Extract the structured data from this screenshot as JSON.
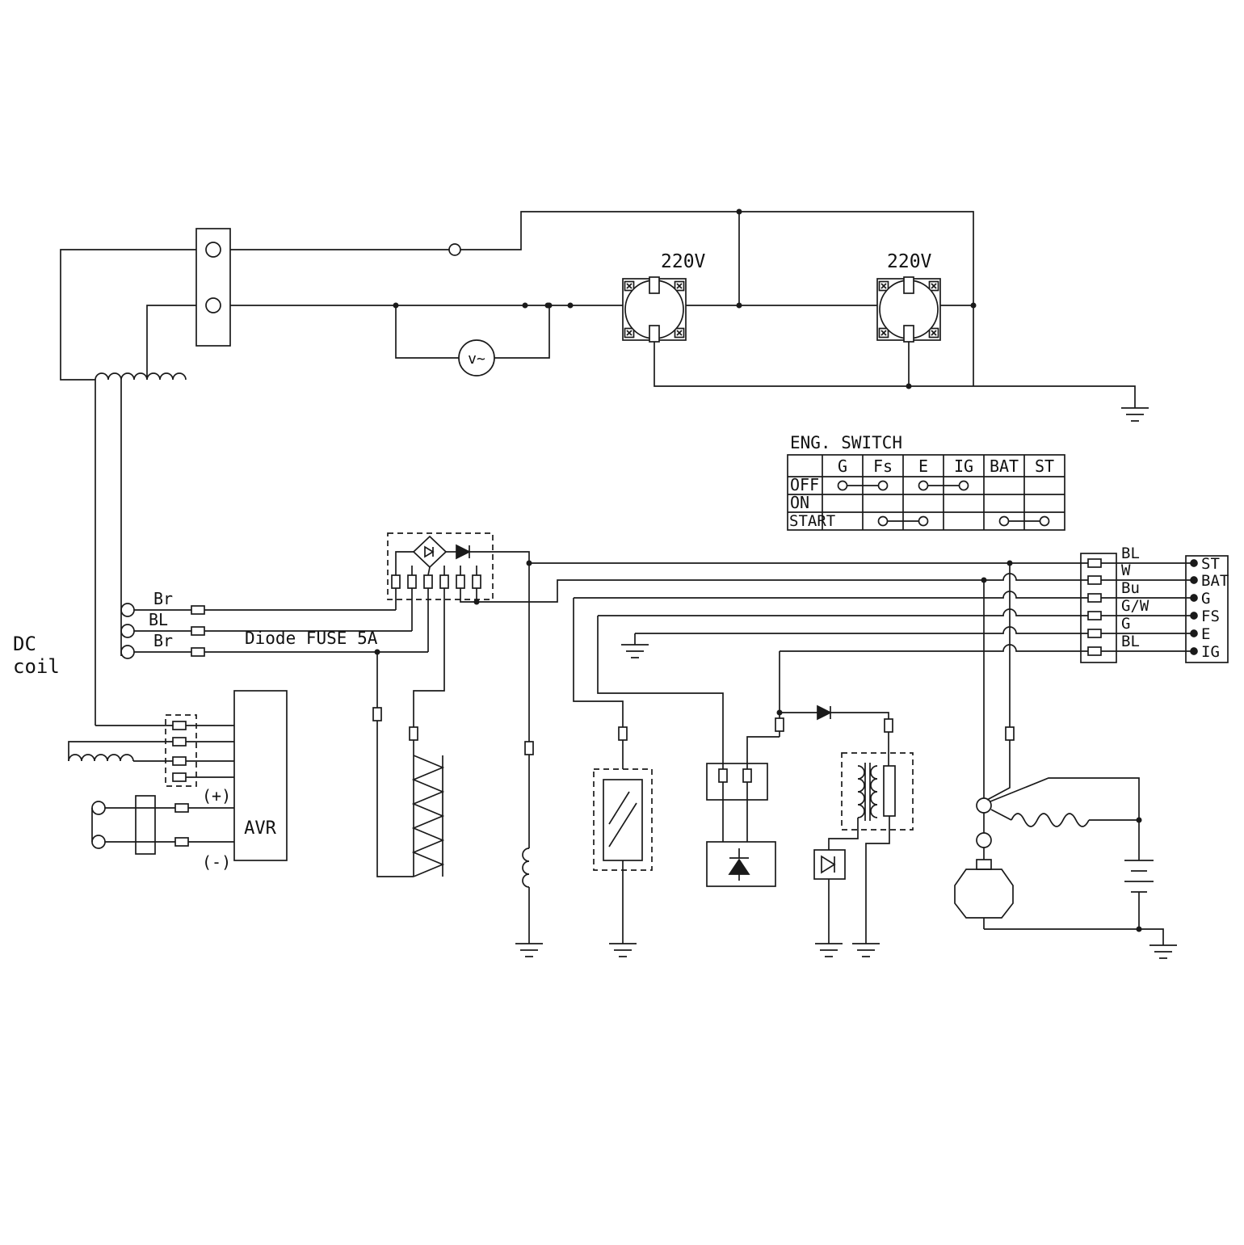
{
  "diagram": {
    "outlets": [
      {
        "label": "220V"
      },
      {
        "label": "220V"
      }
    ],
    "voltmeter_label": "v~",
    "eng_switch": {
      "title": "ENG. SWITCH",
      "columns": [
        "G",
        "Fs",
        "E",
        "IG",
        "BAT",
        "ST"
      ],
      "rows": [
        "OFF",
        "ON",
        "START"
      ]
    },
    "dc_coil_lines": [
      "DC",
      "coil"
    ],
    "wire_labels": [
      "Br",
      "BL",
      "Br"
    ],
    "diode_fuse_label": "Diode FUSE 5A",
    "avr_label": "AVR",
    "polarity": {
      "plus": "(+)",
      "minus": "(-)"
    },
    "connector_wire_labels": [
      "BL",
      "W",
      "Bu",
      "G/W",
      "G",
      "BL"
    ],
    "terminal_labels": [
      "ST",
      "BAT",
      "G",
      "FS",
      "E",
      "IG"
    ]
  }
}
